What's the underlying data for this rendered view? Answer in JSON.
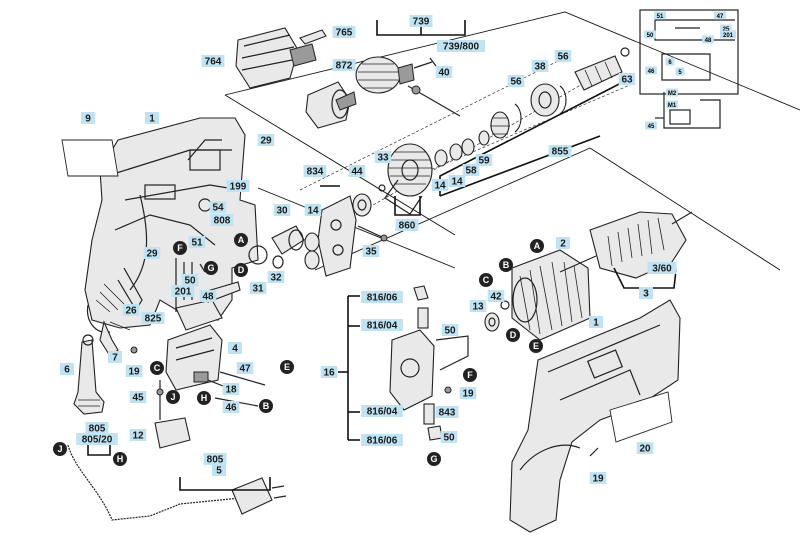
{
  "diagram": {
    "part_labels": [
      {
        "key": "p739",
        "text": "739"
      },
      {
        "key": "p765",
        "text": "765"
      },
      {
        "key": "p764",
        "text": "764"
      },
      {
        "key": "p872",
        "text": "872"
      },
      {
        "key": "p739_800",
        "text": "739/800"
      },
      {
        "key": "p40",
        "text": "40"
      },
      {
        "key": "p56a",
        "text": "56"
      },
      {
        "key": "p56b",
        "text": "56"
      },
      {
        "key": "p38",
        "text": "38"
      },
      {
        "key": "p63",
        "text": "63"
      },
      {
        "key": "p9",
        "text": "9"
      },
      {
        "key": "p1a",
        "text": "1"
      },
      {
        "key": "p29a",
        "text": "29"
      },
      {
        "key": "p855",
        "text": "855"
      },
      {
        "key": "p33",
        "text": "33"
      },
      {
        "key": "p834",
        "text": "834"
      },
      {
        "key": "p44",
        "text": "44"
      },
      {
        "key": "p14a",
        "text": "14"
      },
      {
        "key": "p14b",
        "text": "14"
      },
      {
        "key": "p58",
        "text": "58"
      },
      {
        "key": "p59",
        "text": "59"
      },
      {
        "key": "p199",
        "text": "199"
      },
      {
        "key": "p54",
        "text": "54"
      },
      {
        "key": "p808",
        "text": "808"
      },
      {
        "key": "p30",
        "text": "30"
      },
      {
        "key": "p14c",
        "text": "14"
      },
      {
        "key": "p860",
        "text": "860"
      },
      {
        "key": "p29b",
        "text": "29"
      },
      {
        "key": "p51",
        "text": "51"
      },
      {
        "key": "p35",
        "text": "35"
      },
      {
        "key": "p2",
        "text": "2"
      },
      {
        "key": "p3_60",
        "text": "3/60"
      },
      {
        "key": "p3",
        "text": "3"
      },
      {
        "key": "p32",
        "text": "32"
      },
      {
        "key": "p31",
        "text": "31"
      },
      {
        "key": "p50a",
        "text": "50"
      },
      {
        "key": "p201",
        "text": "201"
      },
      {
        "key": "p48",
        "text": "48"
      },
      {
        "key": "p26",
        "text": "26"
      },
      {
        "key": "p816_06a",
        "text": "816/06"
      },
      {
        "key": "p42",
        "text": "42"
      },
      {
        "key": "p13",
        "text": "13"
      },
      {
        "key": "p825",
        "text": "825"
      },
      {
        "key": "p816_04a",
        "text": "816/04"
      },
      {
        "key": "p1b",
        "text": "1"
      },
      {
        "key": "p50b",
        "text": "50"
      },
      {
        "key": "p7",
        "text": "7"
      },
      {
        "key": "p4",
        "text": "4"
      },
      {
        "key": "p6",
        "text": "6"
      },
      {
        "key": "p19a",
        "text": "19"
      },
      {
        "key": "p47",
        "text": "47"
      },
      {
        "key": "p16",
        "text": "16"
      },
      {
        "key": "p45",
        "text": "45"
      },
      {
        "key": "p18",
        "text": "18"
      },
      {
        "key": "p19b",
        "text": "19"
      },
      {
        "key": "p46",
        "text": "46"
      },
      {
        "key": "p816_04b",
        "text": "816/04"
      },
      {
        "key": "p843",
        "text": "843"
      },
      {
        "key": "p12",
        "text": "12"
      },
      {
        "key": "p816_06b",
        "text": "816/06"
      },
      {
        "key": "p50c",
        "text": "50"
      },
      {
        "key": "p20",
        "text": "20"
      },
      {
        "key": "p805a",
        "text": "805"
      },
      {
        "key": "p805_20",
        "text": "805/20"
      },
      {
        "key": "p805b",
        "text": "805"
      },
      {
        "key": "p5",
        "text": "5"
      },
      {
        "key": "p19c",
        "text": "19"
      }
    ],
    "reference_markers": [
      {
        "key": "rF1",
        "text": "F"
      },
      {
        "key": "rA1",
        "text": "A"
      },
      {
        "key": "rG1",
        "text": "G"
      },
      {
        "key": "rD1",
        "text": "D"
      },
      {
        "key": "rA2",
        "text": "A"
      },
      {
        "key": "rB1",
        "text": "B"
      },
      {
        "key": "rC1",
        "text": "C"
      },
      {
        "key": "rD2",
        "text": "D"
      },
      {
        "key": "rE1",
        "text": "E"
      },
      {
        "key": "rC2",
        "text": "C"
      },
      {
        "key": "rE2",
        "text": "E"
      },
      {
        "key": "rJ1",
        "text": "J"
      },
      {
        "key": "rH1",
        "text": "H"
      },
      {
        "key": "rB2",
        "text": "B"
      },
      {
        "key": "rF2",
        "text": "F"
      },
      {
        "key": "rG2",
        "text": "G"
      },
      {
        "key": "rJ2",
        "text": "J"
      },
      {
        "key": "rH2",
        "text": "H"
      }
    ],
    "schematic": {
      "labels": [
        {
          "key": "s51",
          "text": "51"
        },
        {
          "key": "s47",
          "text": "47"
        },
        {
          "key": "s50",
          "text": "50"
        },
        {
          "key": "s48",
          "text": "48"
        },
        {
          "key": "s25",
          "text": "25"
        },
        {
          "key": "s201",
          "text": "201"
        },
        {
          "key": "s46",
          "text": "46"
        },
        {
          "key": "sM2",
          "text": "M2"
        },
        {
          "key": "sM1",
          "text": "M1"
        },
        {
          "key": "s45",
          "text": "45"
        },
        {
          "key": "s6",
          "text": "6"
        },
        {
          "key": "s5",
          "text": "5"
        }
      ]
    },
    "colors": {
      "label_fill": "#bfe3f2",
      "marker_fill": "#222222",
      "line": "#222222"
    }
  }
}
